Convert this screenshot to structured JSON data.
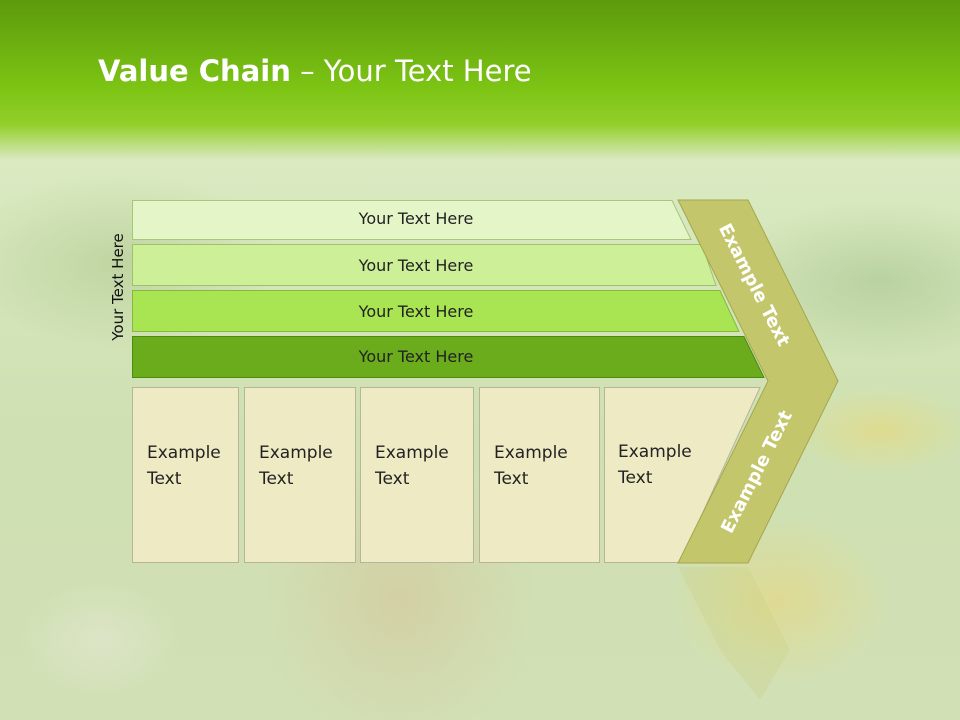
{
  "title": {
    "bold": "Value Chain",
    "rest": " – Your Text Here"
  },
  "side_label": "Your Text Here",
  "bars": [
    {
      "label": "Your Text Here",
      "fill": "#e4f6c8",
      "stroke": "#a6c67a"
    },
    {
      "label": "Your Text Here",
      "fill": "#cdef98",
      "stroke": "#9cc36a"
    },
    {
      "label": "Your Text Here",
      "fill": "#a9e552",
      "stroke": "#86b83c"
    },
    {
      "label": "Your Text Here",
      "fill": "#6aac1c",
      "stroke": "#4c8a0e"
    }
  ],
  "boxes": [
    {
      "text": "Example\nText"
    },
    {
      "text": "Example\nText"
    },
    {
      "text": "Example\nText"
    },
    {
      "text": "Example\nText"
    },
    {
      "text": "Example\nText"
    }
  ],
  "chevron": {
    "upper_text": "Example Text",
    "lower_text": "Example Text",
    "fill": "#c3c66a"
  }
}
